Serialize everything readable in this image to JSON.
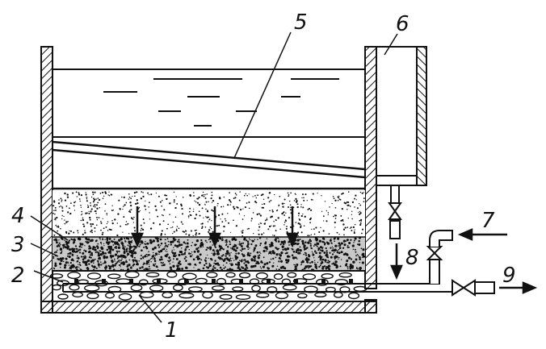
{
  "callouts": [
    {
      "id": "1",
      "text": "1"
    },
    {
      "id": "2",
      "text": "2"
    },
    {
      "id": "3",
      "text": "3"
    },
    {
      "id": "4",
      "text": "4"
    },
    {
      "id": "5",
      "text": "5"
    },
    {
      "id": "6",
      "text": "6"
    },
    {
      "id": "7",
      "text": "7"
    },
    {
      "id": "8",
      "text": "8"
    },
    {
      "id": "9",
      "text": "9"
    }
  ],
  "colors": {
    "ink": "#111111",
    "background": "#ffffff"
  }
}
